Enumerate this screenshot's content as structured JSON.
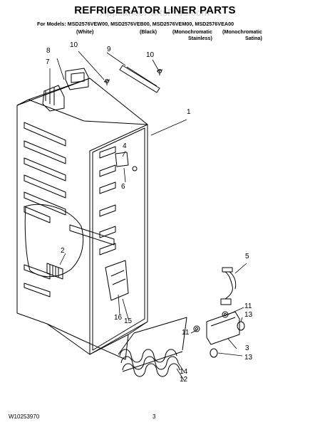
{
  "document": {
    "title": "REFRIGERATOR LINER PARTS",
    "watermark": "AppliancePartsPros.com",
    "models_prefix": "For Models:",
    "models": [
      "MSD2576VEW00,",
      "MSD2576VEB00,",
      "MSD2576VEM00,",
      "MSD2576VEA00"
    ],
    "variants": [
      {
        "line1": "(White)",
        "line2": ""
      },
      {
        "line1": "(Black)",
        "line2": ""
      },
      {
        "line1": "(Monochromatic",
        "line2": "Stainless)"
      },
      {
        "line1": "(Monochromatic",
        "line2": "Satina)"
      }
    ],
    "callouts": [
      "1",
      "2",
      "3",
      "4",
      "5",
      "6",
      "7",
      "8",
      "9",
      "10",
      "10",
      "11",
      "11",
      "12",
      "13",
      "13",
      "14",
      "15",
      "16"
    ],
    "footer": {
      "doc_number": "W10253970",
      "page_number": "3"
    }
  }
}
